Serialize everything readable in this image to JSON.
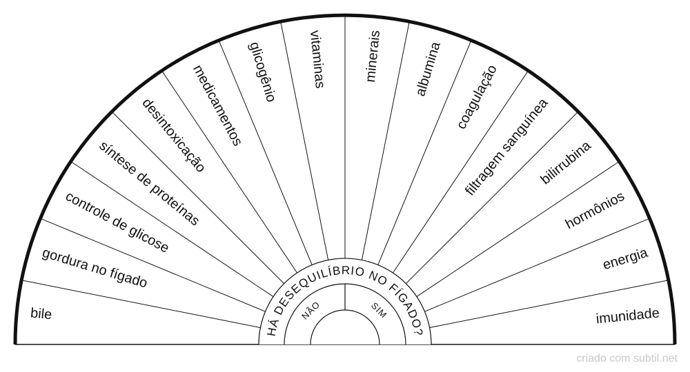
{
  "chart_data": {
    "type": "diagram",
    "title": "HÁ DESEQUILÍBRIO NO FÍGADO?",
    "answers": [
      "NÃO",
      "SIM"
    ],
    "sectors": [
      "bile",
      "gordura no fígado",
      "controle de glicose",
      "síntese de proteínas",
      "desintoxicação",
      "medicamentos",
      "glicogênio",
      "vitaminas",
      "minerais",
      "albumina",
      "coagulação",
      "filtragem sanguínea",
      "bilirrubina",
      "hormônios",
      "energia",
      "imunidade"
    ]
  },
  "footer": {
    "credit": "criado com subtil.net"
  },
  "colors": {
    "stroke": "#111111",
    "background": "#ffffff",
    "credit": "#c8c8c8"
  }
}
